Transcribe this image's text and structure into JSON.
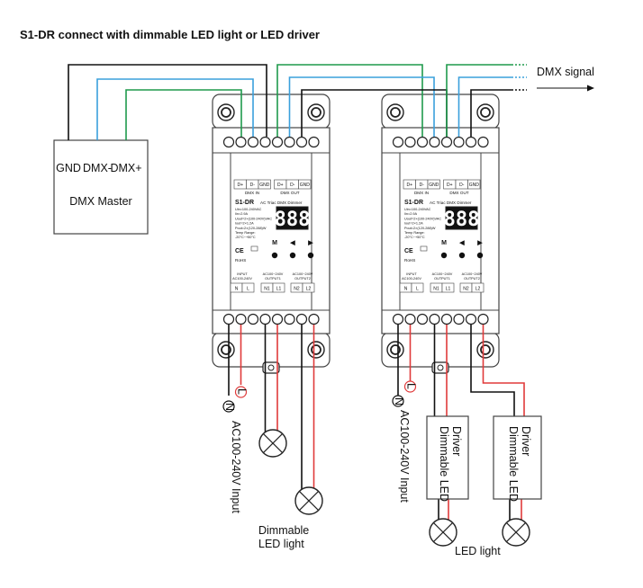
{
  "title": "S1-DR connect with dimmable LED light or LED driver",
  "colors": {
    "black": "#111111",
    "blue": "#3aa0dc",
    "green": "#1f9a4c",
    "red": "#e03a3a"
  },
  "master": {
    "label": "DMX Master",
    "pins": [
      "GND",
      "DMX-",
      "DMX+"
    ]
  },
  "dmx_signal": "DMX signal",
  "device": {
    "brand": "S1-DR",
    "subtitle": "AC Triac DMX Dimmer",
    "top_cells": [
      "D+",
      "D-",
      "GND",
      "D+",
      "D-",
      "GND"
    ],
    "dmx_in": "DMX IN",
    "dmx_out": "DMX OUT",
    "specs": [
      "Uin=100-240VAC",
      "Iin=2.9A",
      "Uout=2×(100-240V)VAC",
      "Iout=2×1.2A",
      "Pout=2×(120-288)W",
      "Temp Range:",
      "-20°C~+50°C"
    ],
    "display": "888",
    "buttons": [
      "M",
      "◀",
      "▶"
    ],
    "ce": "CE",
    "rohs": "RoHS",
    "bottom_groups": [
      "INPUT AC100-240V",
      "AC100~240V OUTPUT1",
      "AC100~240V OUTPUT2"
    ],
    "bottom_cells": [
      "N",
      "L",
      "N1",
      "L1",
      "N2",
      "L2"
    ]
  },
  "wire_labels": {
    "neutral": "N",
    "live": "L"
  },
  "input_label": "AC100-240V Input",
  "led_driver_label": "Dimmable LED Driver",
  "dimmable_light_label": [
    "Dimmable",
    "LED light"
  ],
  "led_light_label": "LED light"
}
